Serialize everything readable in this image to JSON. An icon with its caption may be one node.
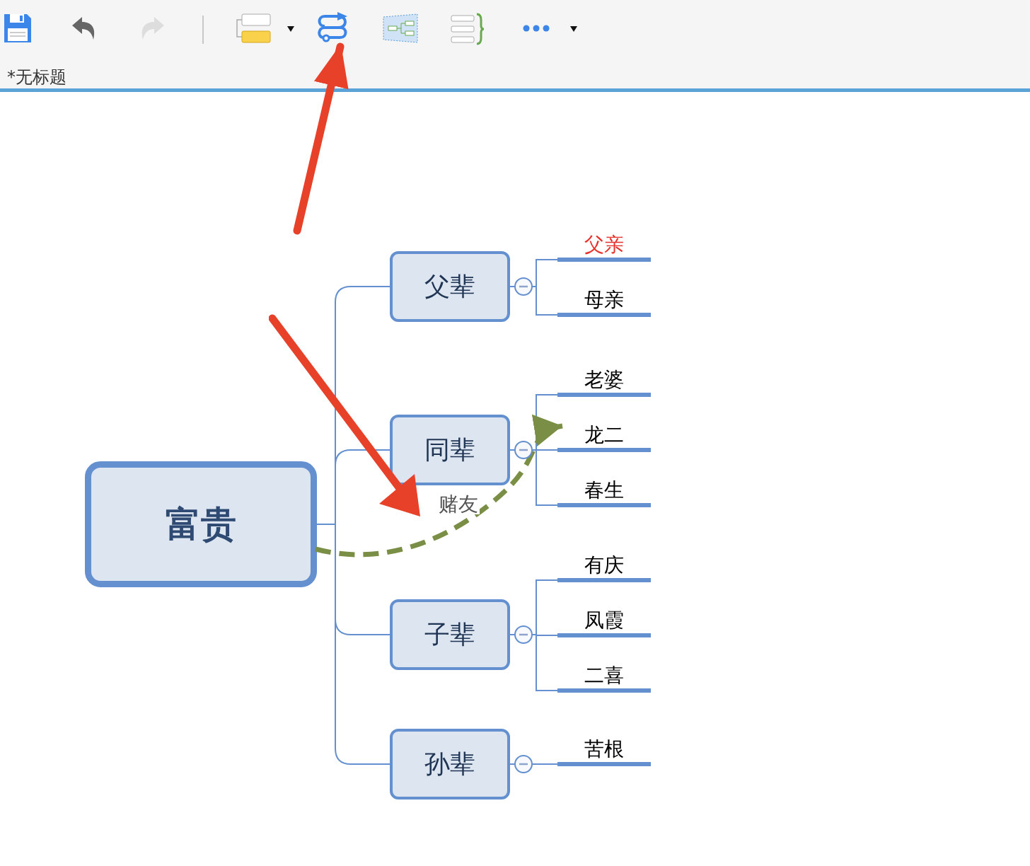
{
  "diagram": {
    "nodes": [
      {
        "text": [
          "富贵"
        ]
      },
      {
        "text": [
          "父辈"
        ]
      },
      {
        "text": [
          "同辈"
        ]
      },
      {
        "text": [
          "子辈"
        ]
      },
      {
        "text": [
          "孙辈"
        ]
      },
      {
        "text": [
          "父亲"
        ]
      },
      {
        "text": [
          "母亲"
        ]
      },
      {
        "text": [
          "老婆"
        ]
      },
      {
        "text": [
          "龙二"
        ]
      },
      {
        "text": [
          "春生"
        ]
      },
      {
        "text": [
          "有庆"
        ]
      },
      {
        "text": [
          "凤霞"
        ]
      },
      {
        "text": [
          "二喜"
        ]
      },
      {
        "text": [
          "苦根"
        ]
      },
      {
        "text": [],
        "shape": "picture"
      }
    ],
    "edges": [
      {
        "from": 0,
        "to": 1,
        "arrow": "none"
      },
      {
        "from": 0,
        "to": 2,
        "arrow": "none"
      },
      {
        "from": 0,
        "to": 3,
        "arrow": "none"
      },
      {
        "from": 0,
        "to": 4,
        "arrow": "none"
      },
      {
        "from": 1,
        "to": 5,
        "arrow": "none"
      },
      {
        "from": 1,
        "to": 6,
        "arrow": "none"
      },
      {
        "from": 2,
        "to": 7,
        "arrow": "none"
      },
      {
        "from": 2,
        "to": 8,
        "arrow": "none"
      },
      {
        "from": 2,
        "to": 9,
        "arrow": "none"
      },
      {
        "from": 3,
        "to": 10,
        "arrow": "none"
      },
      {
        "from": 3,
        "to": 11,
        "arrow": "none"
      },
      {
        "from": 3,
        "to": 12,
        "arrow": "none"
      },
      {
        "from": 4,
        "to": 13,
        "arrow": "none"
      },
      {
        "from": 0,
        "to": 8,
        "arrow": "to",
        "label": "赌友",
        "style": "dashed",
        "color": "#7a8f45"
      },
      {
        "from": null,
        "to": 14,
        "arrow": "to",
        "style": "thick",
        "color": "#e8412a"
      }
    ],
    "labels": [
      "*无标题"
    ]
  }
}
